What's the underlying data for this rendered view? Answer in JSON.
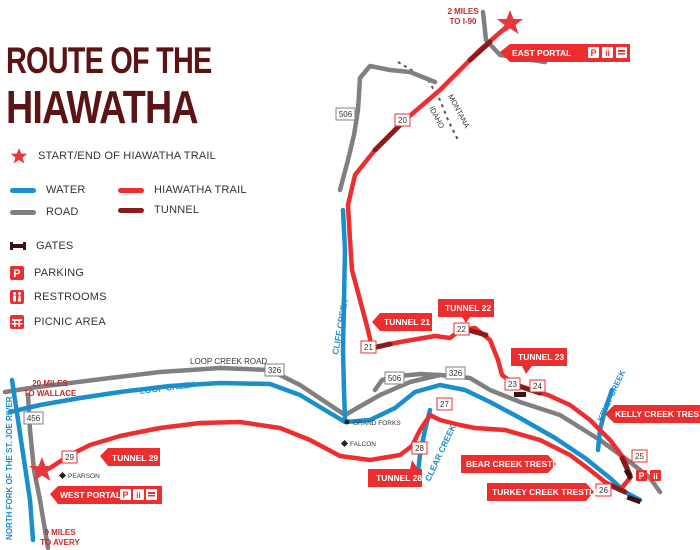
{
  "title": {
    "line1": "ROUTE OF THE",
    "line2": "HIAWATHA"
  },
  "colors": {
    "trail": "#ee2d2f",
    "tunnel": "#8b1a1a",
    "water": "#1a8fcc",
    "road": "#808080",
    "title": "#5a1414",
    "star": "#e8383d"
  },
  "legend": {
    "start_end": "START/END OF HIAWATHA TRAIL",
    "water": "WATER",
    "road": "ROAD",
    "trail": "HIAWATHA TRAIL",
    "tunnel": "TUNNEL",
    "gates": "GATES",
    "parking": "PARKING",
    "restrooms": "RESTROOMS",
    "picnic": "PICNIC AREA"
  },
  "signs": {
    "east_portal": "EAST PORTAL",
    "west_portal": "WEST PORTAL",
    "tunnel_21": "TUNNEL 21",
    "tunnel_22": "TUNNEL 22",
    "tunnel_23": "TUNNEL 23",
    "tunnel_28": "TUNNEL 28",
    "tunnel_29": "TUNNEL 29",
    "kelly_creek_trestle": "KELLY CREEK TRESTLE",
    "bear_creek_trestle": "BEAR CREEK TRESTLE",
    "turkey_creek_trestle": "TURKEY CREEK TRESTLE"
  },
  "tunnel_boxes": [
    "20",
    "21",
    "22",
    "23",
    "24",
    "25",
    "26",
    "27",
    "28",
    "29"
  ],
  "road_boxes": {
    "r506a": "506",
    "r506b": "506",
    "r326a": "326",
    "r326b": "326",
    "r456": "456"
  },
  "labels": {
    "to_i90": "2 MILES TO I-90",
    "montana": "MONTANA",
    "idaho": "IDAHO",
    "cliff_creek": "CLIFF CREEK",
    "loop_creek_road": "LOOP CREEK ROAD",
    "loop_creek": "LOOP CREEK",
    "grand_forks": "GRAND FORKS",
    "falcon": "FALCON",
    "clear_creek": "CLEAR CREEK",
    "kelly_creek": "KELLY CREEK",
    "to_wallace": "20 MILES TO WALLACE",
    "pearson": "PEARSON",
    "north_fork": "NORTH FORK OF THE ST. JOE RIVER",
    "to_avery": "9 MILES TO AVERY"
  },
  "icons": [
    "star-icon",
    "gate-icon",
    "parking-icon",
    "restroom-icon",
    "picnic-icon"
  ]
}
